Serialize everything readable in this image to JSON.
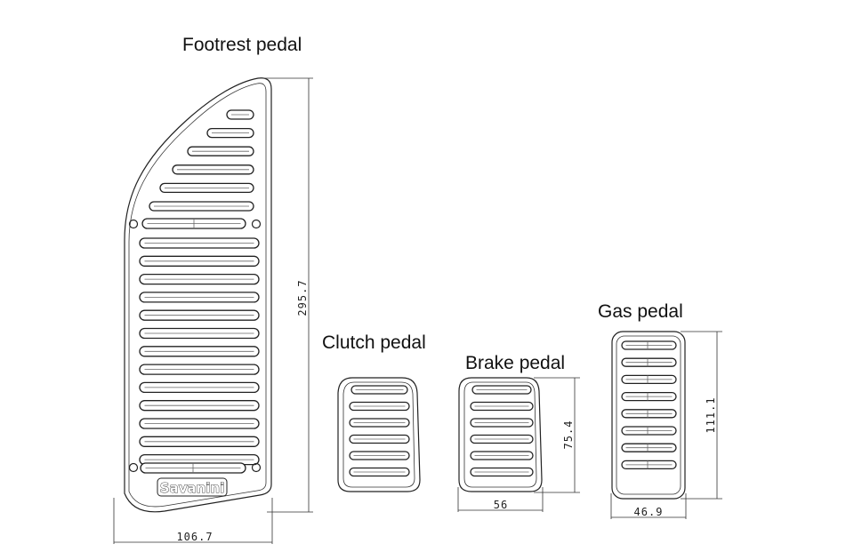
{
  "pedals": {
    "footrest": {
      "label": "Footrest pedal",
      "width": "106.7",
      "height": "295.7",
      "brand": "Savanini"
    },
    "clutch": {
      "label": "Clutch pedal"
    },
    "brake": {
      "label": "Brake pedal",
      "width": "56",
      "height": "75.4"
    },
    "gas": {
      "label": "Gas pedal",
      "width": "46.9",
      "height": "111.1"
    }
  }
}
